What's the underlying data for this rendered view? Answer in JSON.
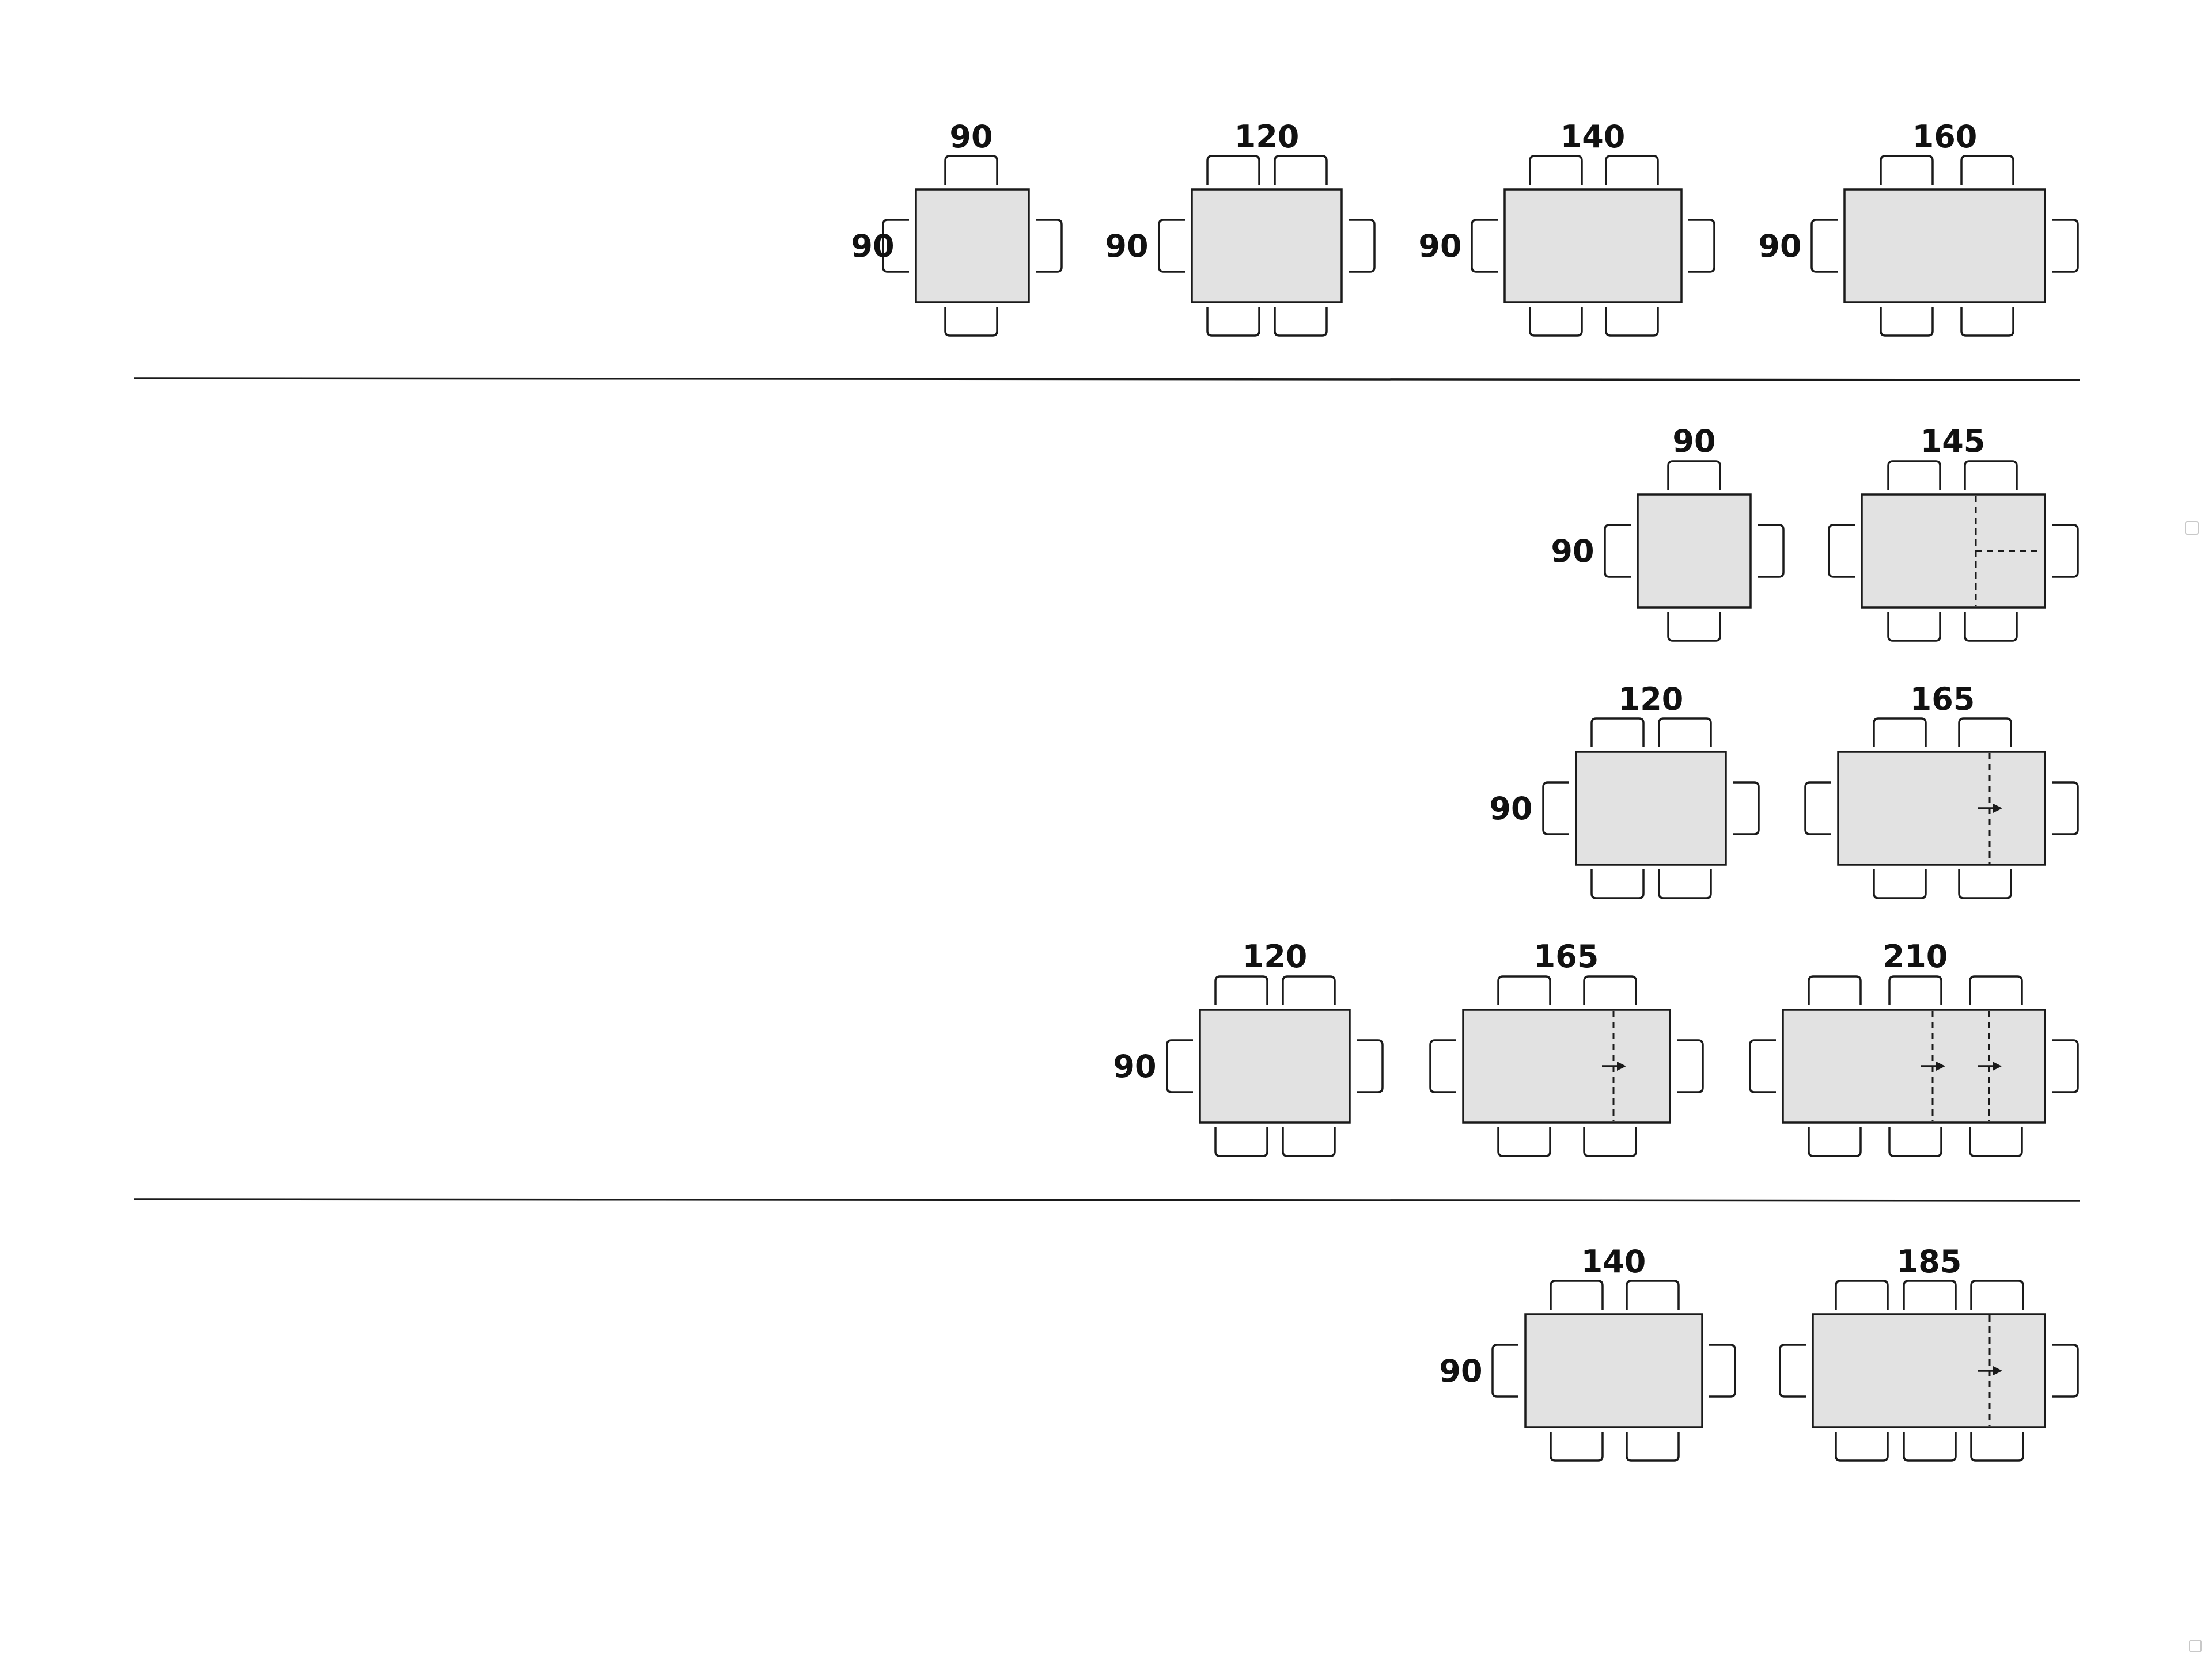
{
  "tables": [
    {
      "id": "r1-90",
      "width_label": "90",
      "depth_label": "90"
    },
    {
      "id": "r1-120",
      "width_label": "120",
      "depth_label": "90"
    },
    {
      "id": "r1-140",
      "width_label": "140",
      "depth_label": "90"
    },
    {
      "id": "r1-160",
      "width_label": "160",
      "depth_label": "90"
    },
    {
      "id": "r2-90",
      "width_label": "90",
      "depth_label": "90"
    },
    {
      "id": "r2-145",
      "width_label": "145",
      "depth_label": "",
      "extension": "corner"
    },
    {
      "id": "r3-120",
      "width_label": "120",
      "depth_label": "90"
    },
    {
      "id": "r3-165",
      "width_label": "165",
      "depth_label": "",
      "extension": "single"
    },
    {
      "id": "r4-120",
      "width_label": "120",
      "depth_label": "90"
    },
    {
      "id": "r4-165",
      "width_label": "165",
      "depth_label": "",
      "extension": "single"
    },
    {
      "id": "r4-210",
      "width_label": "210",
      "depth_label": "",
      "extension": "double"
    },
    {
      "id": "r5-140",
      "width_label": "140",
      "depth_label": "90"
    },
    {
      "id": "r5-185",
      "width_label": "185",
      "depth_label": "",
      "extension": "single"
    }
  ],
  "colors": {
    "table_fill": "#e2e2e2",
    "outline": "#1a1a1a",
    "background": "#ffffff"
  },
  "icons": [
    "chair-icon",
    "extension-arrow-icon"
  ]
}
